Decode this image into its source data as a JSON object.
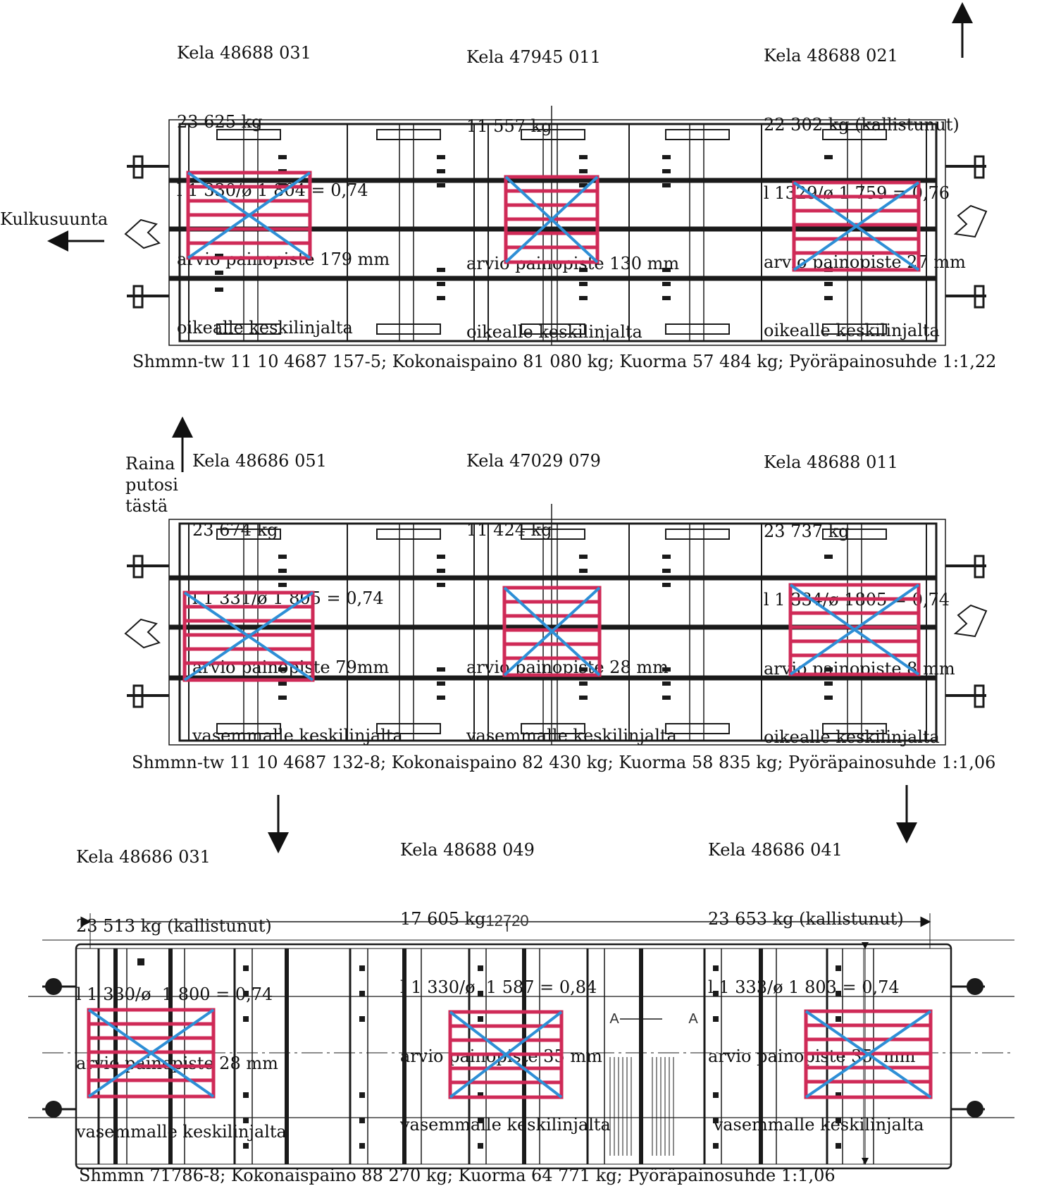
{
  "direction_label": "Kulkusuunta",
  "annotation": "Raina\nputosi\ntästä",
  "dimension": "12720",
  "section_marker": "A",
  "colors": {
    "coil_stripe": "#cf2a57",
    "coil_cross": "#2e8fd6",
    "wagon_line": "#1a1a1a"
  },
  "wagons": [
    {
      "caption": "Shmmn-tw 11 10 4687 157-5; Kokonaispaino 81 080 kg; Kuorma 57 484 kg; Pyöräpainosuhde 1:1,22",
      "loads": [
        {
          "id": "Kela 48688 031",
          "weight": "23 625 kg",
          "ratio": "l 1 330/ø 1 804 = 0,74",
          "cg": "arvio painopiste 179 mm",
          "cg_dir": "oikealle keskilinjalta"
        },
        {
          "id": "Kela 47945 011",
          "weight": "11 557 kg",
          "ratio": "",
          "cg": "arvio painopiste 130 mm",
          "cg_dir": "oikealle keskilinjalta"
        },
        {
          "id": "Kela 48688 021",
          "weight": "22 302 kg (kallistunut)",
          "ratio": "l 1329/ø 1 759 = 0,76",
          "cg": "arvio painopiste 27 mm",
          "cg_dir": "oikealle keskilinjalta"
        }
      ]
    },
    {
      "caption": "Shmmn-tw 11 10 4687 132-8; Kokonaispaino 82 430 kg; Kuorma 58 835 kg; Pyöräpainosuhde 1:1,06",
      "loads": [
        {
          "id": "Kela 48686 051",
          "weight": "23 674 kg",
          "ratio": "l 1 331/ø 1 805 = 0,74",
          "cg": "arvio painopiste 79mm",
          "cg_dir": "vasemmalle keskilinjalta"
        },
        {
          "id": "Kela 47029 079",
          "weight": "11 424 kg",
          "ratio": "",
          "cg": "arvio painopiste 28 mm",
          "cg_dir": "vasemmalle keskilinjalta"
        },
        {
          "id": "Kela 48688 011",
          "weight": "23 737 kg",
          "ratio": "l 1 334/ø 1805 = 0,74",
          "cg": "arvio painopiste 8 mm",
          "cg_dir": "oikealle keskilinjalta"
        }
      ]
    },
    {
      "caption": "Shmmn 71786-8; Kokonaispaino 88 270 kg; Kuorma 64 771 kg; Pyöräpainosuhde 1:1,06",
      "loads": [
        {
          "id": "Kela 48686 031",
          "weight": "23 513 kg (kallistunut)",
          "ratio": "l 1 330/ø  1 800 = 0,74",
          "cg": "arvio painopiste 28 mm",
          "cg_dir": "vasemmalle keskilinjalta"
        },
        {
          "id": "Kela 48688 049",
          "weight": "17 605 kg",
          "ratio": "l 1 330/ø  1 587 = 0,84",
          "cg": "arvio painopiste 35 mm",
          "cg_dir": "vasemmalle keskilinjalta"
        },
        {
          "id": "Kela 48686 041",
          "weight": "23 653 kg (kallistunut)",
          "ratio": "l 1 333/ø 1 803 = 0,74",
          "cg": "arvio painopiste 35  mm",
          "cg_dir": " vasemmalle keskilinjalta"
        }
      ]
    }
  ]
}
